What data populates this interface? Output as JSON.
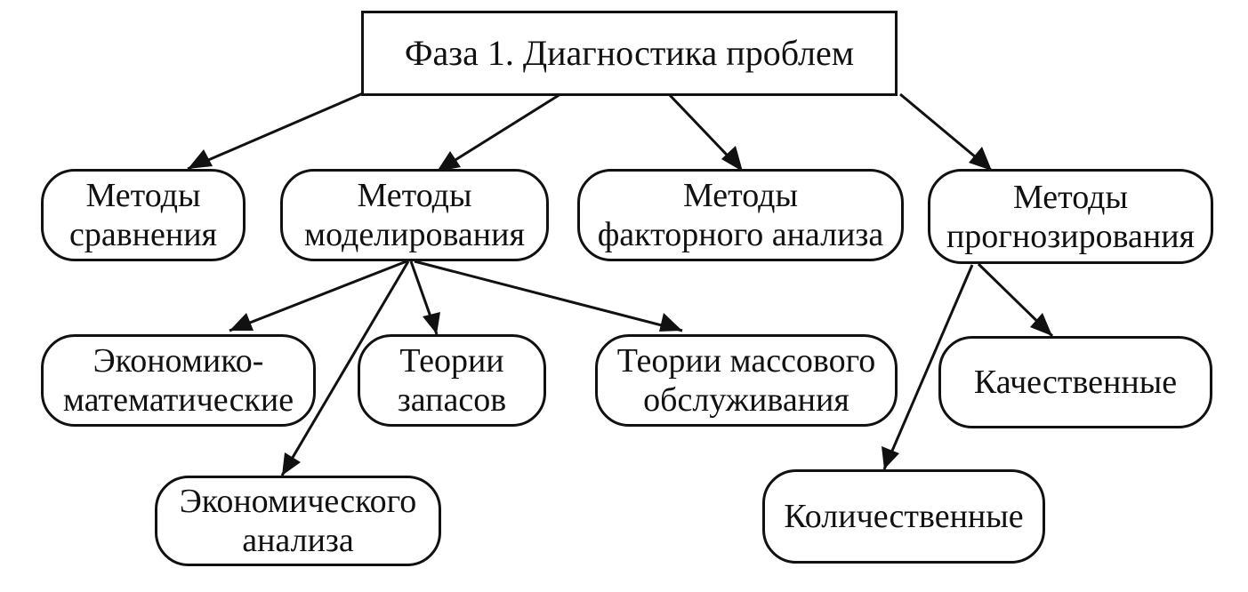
{
  "diagram": {
    "root": {
      "label": "Фаза 1. Диагностика проблем"
    },
    "methods": {
      "comparison": "Методы\nсравнения",
      "modeling": "Методы\nмоделирования",
      "factor": "Методы\nфакторного анализа",
      "forecasting": "Методы\nпрогнозирования"
    },
    "modeling_children": {
      "econ_math": "Экономико-\nматематические",
      "inventory": "Теории\nзапасов",
      "queueing": "Теории массового\nобслуживания",
      "econ_analysis": "Экономического\nанализа"
    },
    "forecasting_children": {
      "qualitative": "Качественные",
      "quantitative": "Количественные"
    },
    "colors": {
      "line": "#111111",
      "background": "#ffffff"
    }
  }
}
